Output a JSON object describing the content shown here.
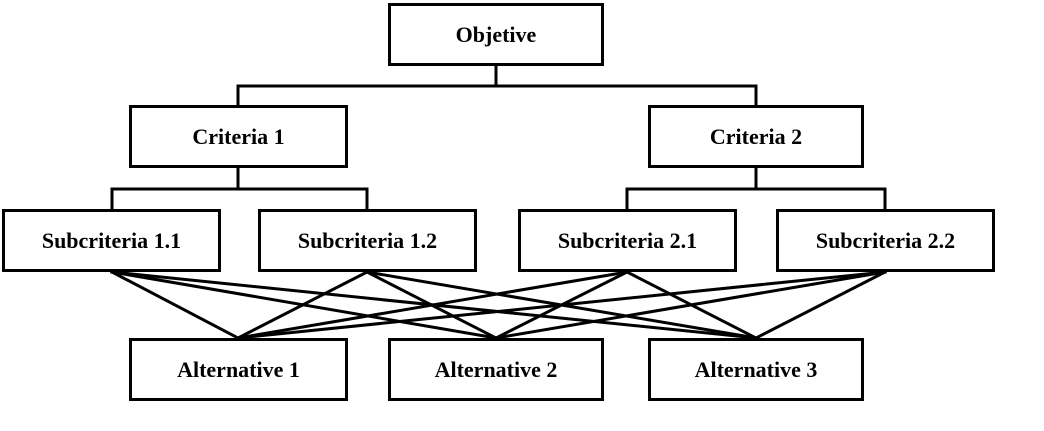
{
  "diagram": {
    "objective": "Objetive",
    "criteria": [
      "Criteria 1",
      "Criteria 2"
    ],
    "subcriteria": [
      "Subcriteria 1.1",
      "Subcriteria 1.2",
      "Subcriteria 2.1",
      "Subcriteria 2.2"
    ],
    "alternatives": [
      "Alternative 1",
      "Alternative 2",
      "Alternative 3"
    ],
    "line_color": "#000000",
    "box_border_color": "#000000",
    "background": "#ffffff"
  }
}
